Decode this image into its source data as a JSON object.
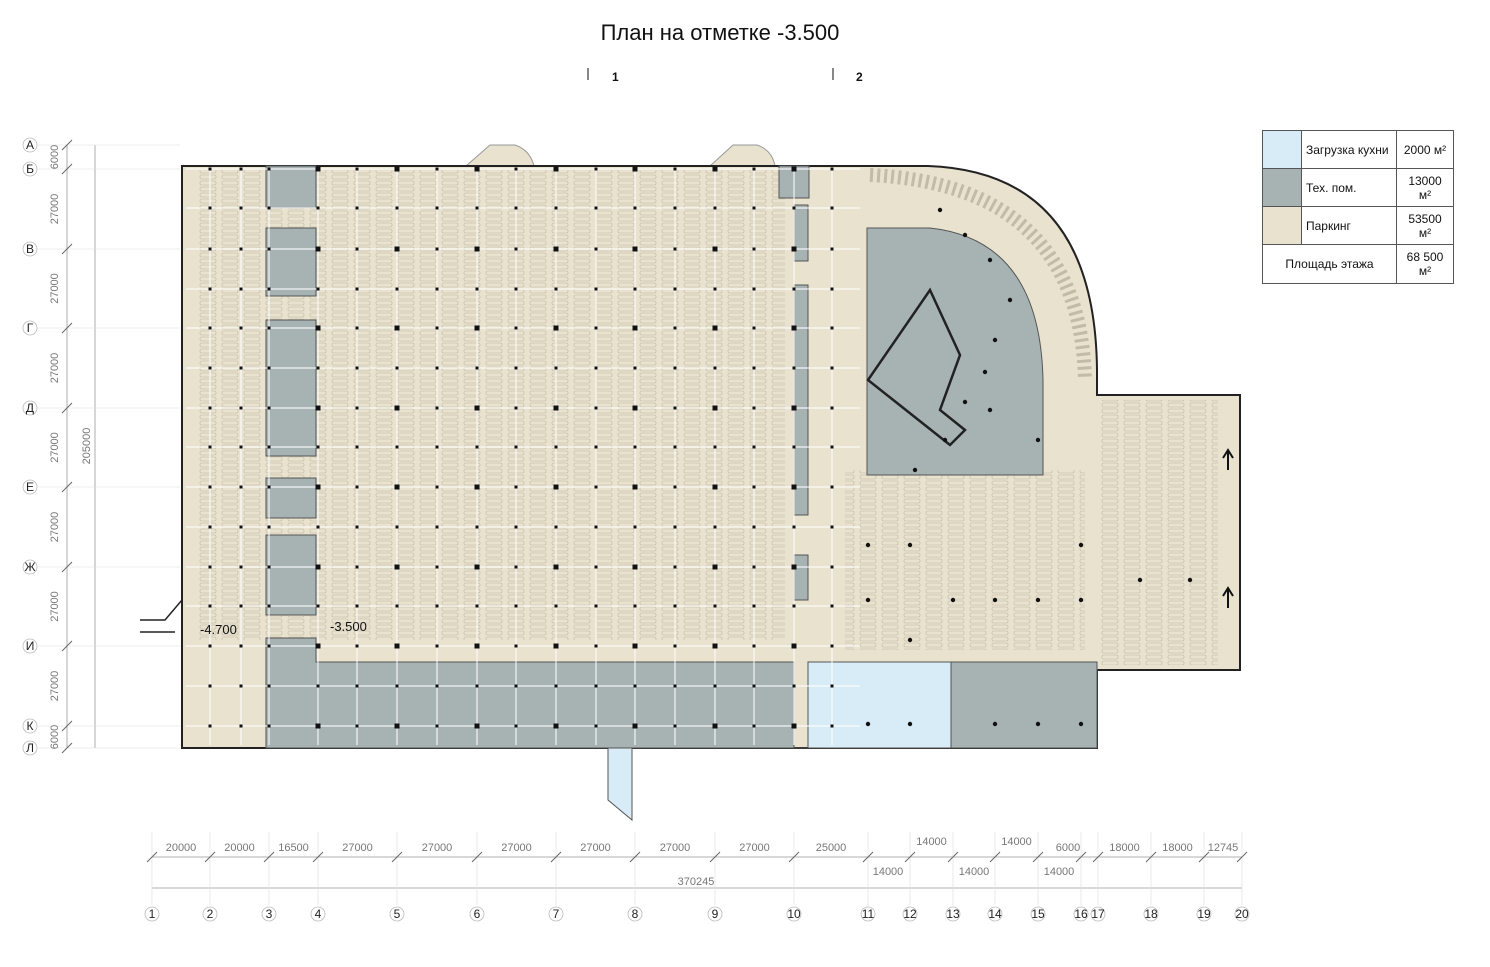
{
  "title": "План на отметке -3.500",
  "section_marks": [
    "1",
    "2"
  ],
  "row_axes": [
    "А",
    "Б",
    "В",
    "Г",
    "Д",
    "Е",
    "Ж",
    "И",
    "К",
    "Л"
  ],
  "row_dims": [
    "6000",
    "27000",
    "27000",
    "27000",
    "27000",
    "27000",
    "27000",
    "27000",
    "6000"
  ],
  "row_total": "205000",
  "col_axes": [
    "1",
    "2",
    "3",
    "4",
    "5",
    "6",
    "7",
    "8",
    "9",
    "10",
    "11",
    "12",
    "13",
    "14",
    "15",
    "16",
    "17",
    "18",
    "19",
    "20"
  ],
  "col_dims_top": [
    "20000",
    "20000",
    "16500",
    "27000",
    "27000",
    "27000",
    "27000",
    "27000",
    "27000",
    "25000",
    "14000",
    "14000",
    "6000",
    "18000",
    "18000",
    "12745"
  ],
  "col_dims_mid": [
    "14000",
    "14000",
    "14000"
  ],
  "col_total": "370245",
  "elevations": [
    "-4.700",
    "-3.500"
  ],
  "legend": [
    {
      "label": "Загрузка кухни",
      "value": "2000 м²",
      "color": "#d8ecf7"
    },
    {
      "label": "Тех. пом.",
      "value": "13000 м²",
      "color": "#a7b3b3"
    },
    {
      "label": "Паркинг",
      "value": "53500 м²",
      "color": "#e8e2cf"
    }
  ],
  "total": {
    "label": "Площадь этажа",
    "value": "68 500 м²"
  },
  "colors": {
    "parking": "#e8e2cf",
    "tech": "#a7b3b3",
    "kitchen": "#d8ecf7",
    "outline": "#222222",
    "grid": "#ffffff"
  }
}
